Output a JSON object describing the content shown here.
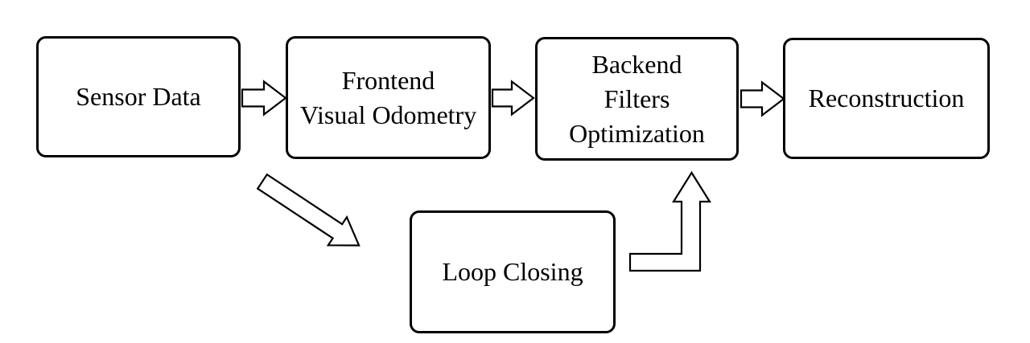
{
  "diagram": {
    "title": "SLAM pipeline flow diagram",
    "background_color": "#ffffff",
    "stroke_color": "#000000",
    "nodes": {
      "sensor_data": {
        "label": "Sensor Data"
      },
      "frontend": {
        "label": "Frontend\nVisual Odometry"
      },
      "backend": {
        "label": "Backend\nFilters\nOptimization"
      },
      "reconstruction": {
        "label": "Reconstruction"
      },
      "loop_closing": {
        "label": "Loop Closing"
      }
    },
    "edges": [
      {
        "from": "sensor_data",
        "to": "frontend",
        "style": "block-arrow-right"
      },
      {
        "from": "frontend",
        "to": "backend",
        "style": "block-arrow-right"
      },
      {
        "from": "backend",
        "to": "reconstruction",
        "style": "block-arrow-right"
      },
      {
        "from": "sensor_data",
        "to": "loop_closing",
        "style": "block-arrow-diagonal-down-right"
      },
      {
        "from": "loop_closing",
        "to": "backend",
        "style": "block-arrow-elbow-up"
      }
    ]
  }
}
